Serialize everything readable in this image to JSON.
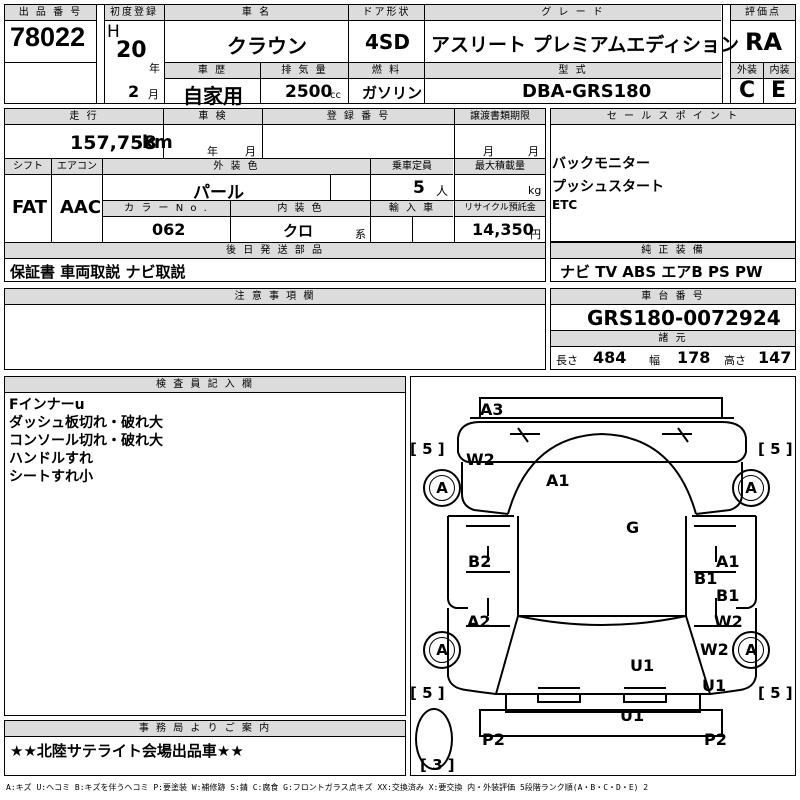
{
  "header": {
    "lot_label": "出 品 番 号",
    "lot_number": "78022",
    "first_reg_label": "初度登録",
    "era": "H",
    "year": "20",
    "year_unit": "年",
    "month": "2",
    "month_unit": "月",
    "car_name_label": "車 名",
    "car_name": "クラウン",
    "door_label": "ドア形状",
    "door": "4SD",
    "grade_label": "グ レ ー ド",
    "grade": "アスリート プレミアムエディション",
    "score_label": "評価点",
    "score": "RA",
    "history_label": "車 歴",
    "history": "自家用",
    "displacement_label": "排 気 量",
    "displacement": "2500",
    "displacement_unit": "cc",
    "fuel_label": "燃 料",
    "fuel": "ガソリン",
    "model_label": "型 式",
    "model": "DBA-GRS180",
    "exterior_label": "外装",
    "exterior_grade": "C",
    "interior_label": "内装",
    "interior_grade": "E"
  },
  "info": {
    "mileage_label": "走 行",
    "mileage": "157,758",
    "mileage_unit": "km",
    "inspection_label": "車 検",
    "year_unit": "年",
    "month_unit": "月",
    "plate_label": "登 録 番 号",
    "transfer_label": "譲渡書類期限",
    "shift_label": "シフト",
    "shift": "FAT",
    "ac_label": "エアコン",
    "ac": "AAC",
    "color_label": "外 装 色",
    "color": "パール",
    "capacity_label": "乗車定員",
    "capacity": "5",
    "capacity_unit": "人",
    "load_label": "最大積載量",
    "load_unit": "kg",
    "color_no_label": "カ ラ ー N o .",
    "color_no": "062",
    "int_color_label": "内 装 色",
    "int_color": "クロ",
    "int_color_unit": "系",
    "import_label": "輸 入 車",
    "recycle_label": "リサイクル預託金",
    "recycle": "14,350",
    "recycle_unit": "円",
    "later_label": "後 日 発 送 部 品",
    "later": "保証書 車両取説 ナビ取説"
  },
  "sales": {
    "label": "セ ー ル ス ポ イ ン ト",
    "points": [
      "バックモニター",
      "プッシュスタート",
      "ETC"
    ]
  },
  "equipment": {
    "label": "純 正 装 備",
    "value": "ナビ TV ABS エアB PS PW"
  },
  "notes": {
    "label": "注 意 事 項 欄"
  },
  "chassis": {
    "label": "車 台 番 号",
    "value": "GRS180-0072924",
    "dims_label": "諸 元",
    "length_label": "長さ",
    "length": "484",
    "width_label": "幅",
    "width": "178",
    "height_label": "高さ",
    "height": "147"
  },
  "inspector": {
    "label": "検 査 員 記 入 欄",
    "lines": [
      "Fインナーu",
      "ダッシュ板切れ・破れ大",
      "コンソール切れ・破れ大",
      "ハンドルすれ",
      "シートすれ小"
    ]
  },
  "office": {
    "label": "事 務 局 よ り ご 案 内",
    "text": "★★北陸サテライト会場出品車★★"
  },
  "diagram": {
    "marks": {
      "a3": "A3",
      "w2_left": "W2",
      "a1_top": "A1",
      "g": "G",
      "b2": "B2",
      "a2": "A2",
      "a1_right": "A1",
      "b1_a": "B1",
      "b1_b": "B1",
      "w2_right_a": "W2",
      "w2_right_b": "W2",
      "u1_a": "U1",
      "u1_b": "U1",
      "u1_c": "U1",
      "p2_left": "P2",
      "p2_right": "P2"
    },
    "tires": [
      "A",
      "A",
      "A",
      "A"
    ],
    "tread_brackets": [
      "[ 5 ]",
      "[ 5 ]",
      "[ 5 ]",
      "[ 5 ]",
      "[ 3 ]"
    ]
  },
  "legend": "A:キズ U:ヘコミ B:キズを伴うヘコミ P:要塗装 W:補修跡 S:錆 C:腐食 G:フロントガラス点キズ XX:交換済み X:要交換 内・外装評価 5段階ランク順(A・B・C・D・E) 2"
}
